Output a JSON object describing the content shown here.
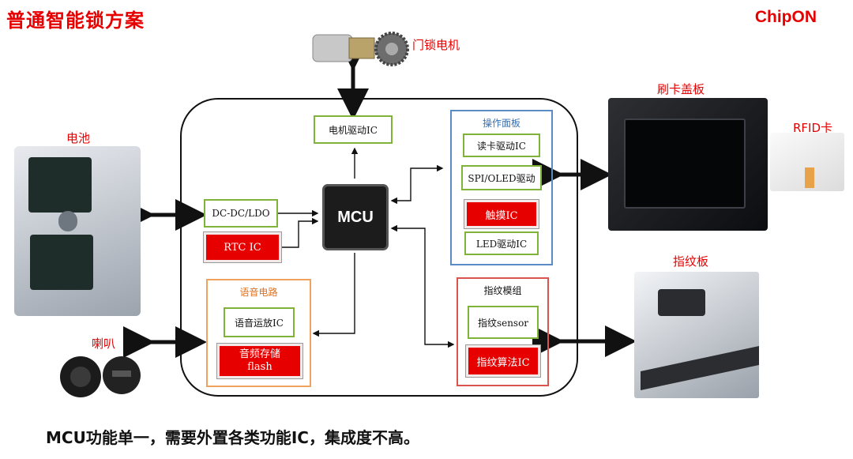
{
  "header": {
    "title": "普通智能锁方案",
    "brand": "ChipON"
  },
  "labels": {
    "motor": "门锁电机",
    "battery": "电池",
    "speaker": "喇叭",
    "card_cover": "刷卡盖板",
    "rfid_card": "RFID卡",
    "fingerprint_board": "指纹板"
  },
  "blocks": {
    "motor_driver": "电机驱动IC",
    "mcu": "MCU",
    "dcdc": "DC-DC/LDO",
    "rtc": "RTC IC",
    "panel_title": "操作面板",
    "card_reader": "读卡驱动IC",
    "spi_oled": "SPI/OLED驱动",
    "touch": "触摸IC",
    "led_driver": "LED驱动IC",
    "voice_title": "语音电路",
    "voice_ic": "语音运放IC",
    "audio_flash_line1": "音频存储",
    "audio_flash_line2": "flash",
    "fp_title": "指纹模组",
    "fp_sensor": "指纹sensor",
    "fp_algo": "指纹算法IC"
  },
  "footer": "MCU功能单一，需要外置各类功能IC，集成度不高。",
  "colors": {
    "accent_red": "#e60000",
    "box_green": "#7fb33a",
    "panel_blue": "#5a8bc4",
    "voice_orange": "#f0a35e",
    "fp_red": "#d9534f"
  }
}
